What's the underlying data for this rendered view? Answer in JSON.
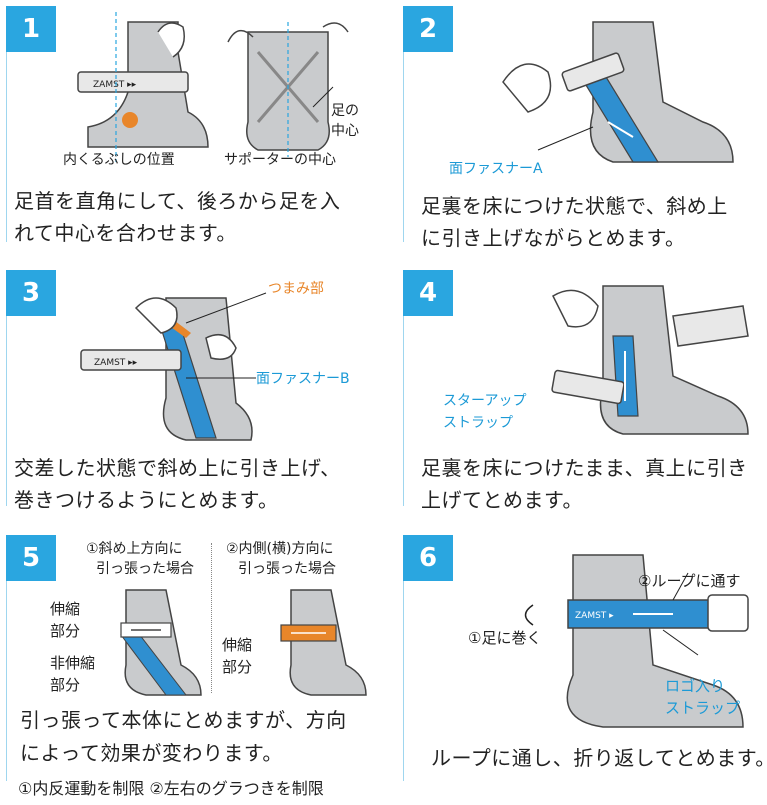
{
  "steps": [
    {
      "number": "1",
      "labels": {
        "ankle": "内くるぶしの位置",
        "center": "サポーターの中心",
        "foot_center_1": "足の",
        "foot_center_2": "中心"
      },
      "caption_1": "足首を直角にして、後ろから足を入",
      "caption_2": "れて中心を合わせます。"
    },
    {
      "number": "2",
      "labels": {
        "fastener": "面ファスナーA"
      },
      "caption_1": "足裏を床につけた状態で、斜め上",
      "caption_2": "に引き上げながらとめます。"
    },
    {
      "number": "3",
      "labels": {
        "grip": "つまみ部",
        "fastener": "面ファスナーB"
      },
      "caption_1": "交差した状態で斜め上に引き上げ、",
      "caption_2": "巻きつけるようにとめます。"
    },
    {
      "number": "4",
      "labels": {
        "stirrup_1": "スターアップ",
        "stirrup_2": "ストラップ"
      },
      "caption_1": "足裏を床につけたまま、真上に引き",
      "caption_2": "上げてとめます。"
    },
    {
      "number": "5",
      "labels": {
        "dir1_1": "①斜め上方向に",
        "dir1_2": "引っ張った場合",
        "dir2_1": "②内側(横)方向に",
        "dir2_2": "引っ張った場合",
        "stretch_1": "伸縮",
        "stretch_2": "部分",
        "nonstretch_1": "非伸縮",
        "nonstretch_2": "部分",
        "stretch_o_1": "伸縮",
        "stretch_o_2": "部分"
      },
      "caption_1": "引っ張って本体にとめますが、方向",
      "caption_2": "によって効果が変わります。",
      "note": "①内反運動を制限 ②左右のグラつきを制限"
    },
    {
      "number": "6",
      "labels": {
        "loop": "②ループに通す",
        "wrap": "①足に巻く",
        "logo_1": "ロゴ入り",
        "logo_2": "ストラップ"
      },
      "caption_1": "ループに通し、折り返してとめます。"
    }
  ],
  "brand": "ZAMST",
  "colors": {
    "accent": "#2aa6e0",
    "blue_label": "#1c9ad6",
    "orange": "#e8862a",
    "brace_gray": "#b9bcbf",
    "strap_blue": "#2f8fd0"
  }
}
